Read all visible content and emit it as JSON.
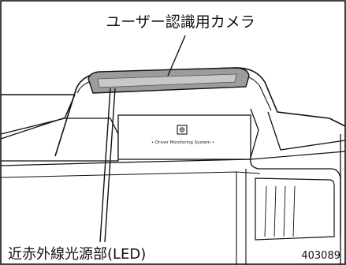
{
  "diagram": {
    "top_callout": "ユーザー認識用カメラ",
    "bottom_callout": "近赤外線光源部(LED)",
    "figure_number": "403089",
    "panel_text": "• Driver Monitoring System •"
  },
  "colors": {
    "line": "#111111",
    "lamp_fill": "#9c9c9c",
    "lamp_highlight": "#c8c8c8",
    "background": "#ffffff"
  }
}
